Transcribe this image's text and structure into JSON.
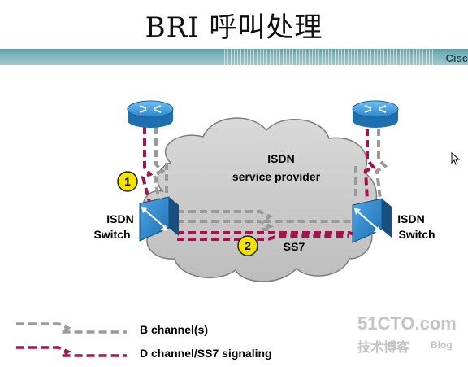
{
  "slide": {
    "title": "BRI 呼叫处理"
  },
  "header": {
    "brand": "Cisc"
  },
  "cloud": {
    "line1": "ISDN",
    "line2": "service provider"
  },
  "switch_left": {
    "line1": "ISDN",
    "line2": "Switch"
  },
  "switch_right": {
    "line1": "ISDN",
    "line2": "Switch"
  },
  "steps": {
    "one": "1",
    "two": "2"
  },
  "link_label": "SS7",
  "legend": {
    "b_channel": "B channel(s)",
    "d_channel": "D channel/SS7 signaling"
  },
  "watermark": {
    "site": "51CTO.com",
    "cn": "技术博客",
    "blog": "Blog"
  },
  "colors": {
    "b_channel": "#9a9a9a",
    "d_channel": "#a3144a",
    "router": "#2f8fd6",
    "switch": "#2e7fc4",
    "badge": "#f5e400"
  }
}
